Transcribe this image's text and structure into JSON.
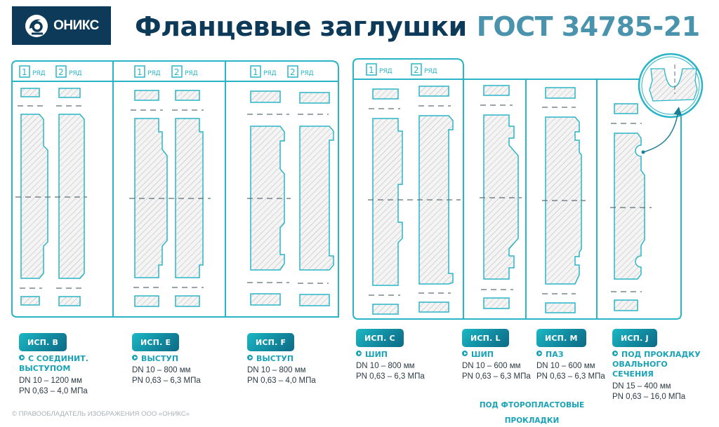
{
  "header": {
    "logo_text": "ОНИКС",
    "title_main": "Фланцевые заглушки",
    "title_standard": "ГОСТ 34785-21"
  },
  "colors": {
    "navy": "#0d3a58",
    "teal_title": "#4a93ad",
    "line_cyan": "#2ab5c6",
    "accent_text": "#1aa3b6",
    "hatch": "#b9b9b9"
  },
  "row_labels": {
    "row1_number": "1",
    "row2_number": "2",
    "row_word": "РЯД"
  },
  "variants": [
    {
      "badge": "ИСП. В",
      "feature": "С СОЕДИНИТ. ВЫСТУПОМ",
      "dn": "DN 10 – 1200 мм",
      "pn": "PN 0,63 – 4,0 МПа"
    },
    {
      "badge": "ИСП. Е",
      "feature": "ВЫСТУП",
      "dn": "DN 10 – 800 мм",
      "pn": "PN 0,63 – 6,3 МПа"
    },
    {
      "badge": "ИСП. F",
      "feature": "ВЫСТУП",
      "dn": "DN 10 – 800 мм",
      "pn": "PN 0,63 – 4,0 МПа"
    },
    {
      "badge": "ИСП. С",
      "feature": "ШИП",
      "dn": "DN 10 – 800 мм",
      "pn": "PN 0,63 – 6,3 МПа"
    },
    {
      "badge": "ИСП. L",
      "feature": "ШИП",
      "dn": "DN 10 – 600 мм",
      "pn": "PN 0,63 – 6,3 МПа"
    },
    {
      "badge": "ИСП. М",
      "feature": "ПАЗ",
      "dn": "DN 10 – 600 мм",
      "pn": "PN 0,63 – 6,3 МПа"
    },
    {
      "badge": "ИСП. J",
      "feature": "ПОД ПРОКЛАДКУ ОВАЛЬНОГО СЕЧЕНИЯ",
      "dn": "DN 15 – 400 мм",
      "pn": "PN 0,63 – 16,0 МПа"
    }
  ],
  "variant_features_lines": {
    "b_line1": "С СОЕДИНИТ.",
    "b_line2": "ВЫСТУПОМ",
    "j_line1": "ПОД ПРОКЛАДКУ",
    "j_line2": "ОВАЛЬНОГО",
    "j_line3": "СЕЧЕНИЯ"
  },
  "bracket": {
    "line1": "ПОД ФТОРОПЛАСТОВЫЕ",
    "line2": "ПРОКЛАДКИ"
  },
  "footer": {
    "copyright": "© ПРАВООБЛАДАТЕЛЬ ИЗОБРАЖЕНИЯ ООО «ОНИКС»"
  }
}
